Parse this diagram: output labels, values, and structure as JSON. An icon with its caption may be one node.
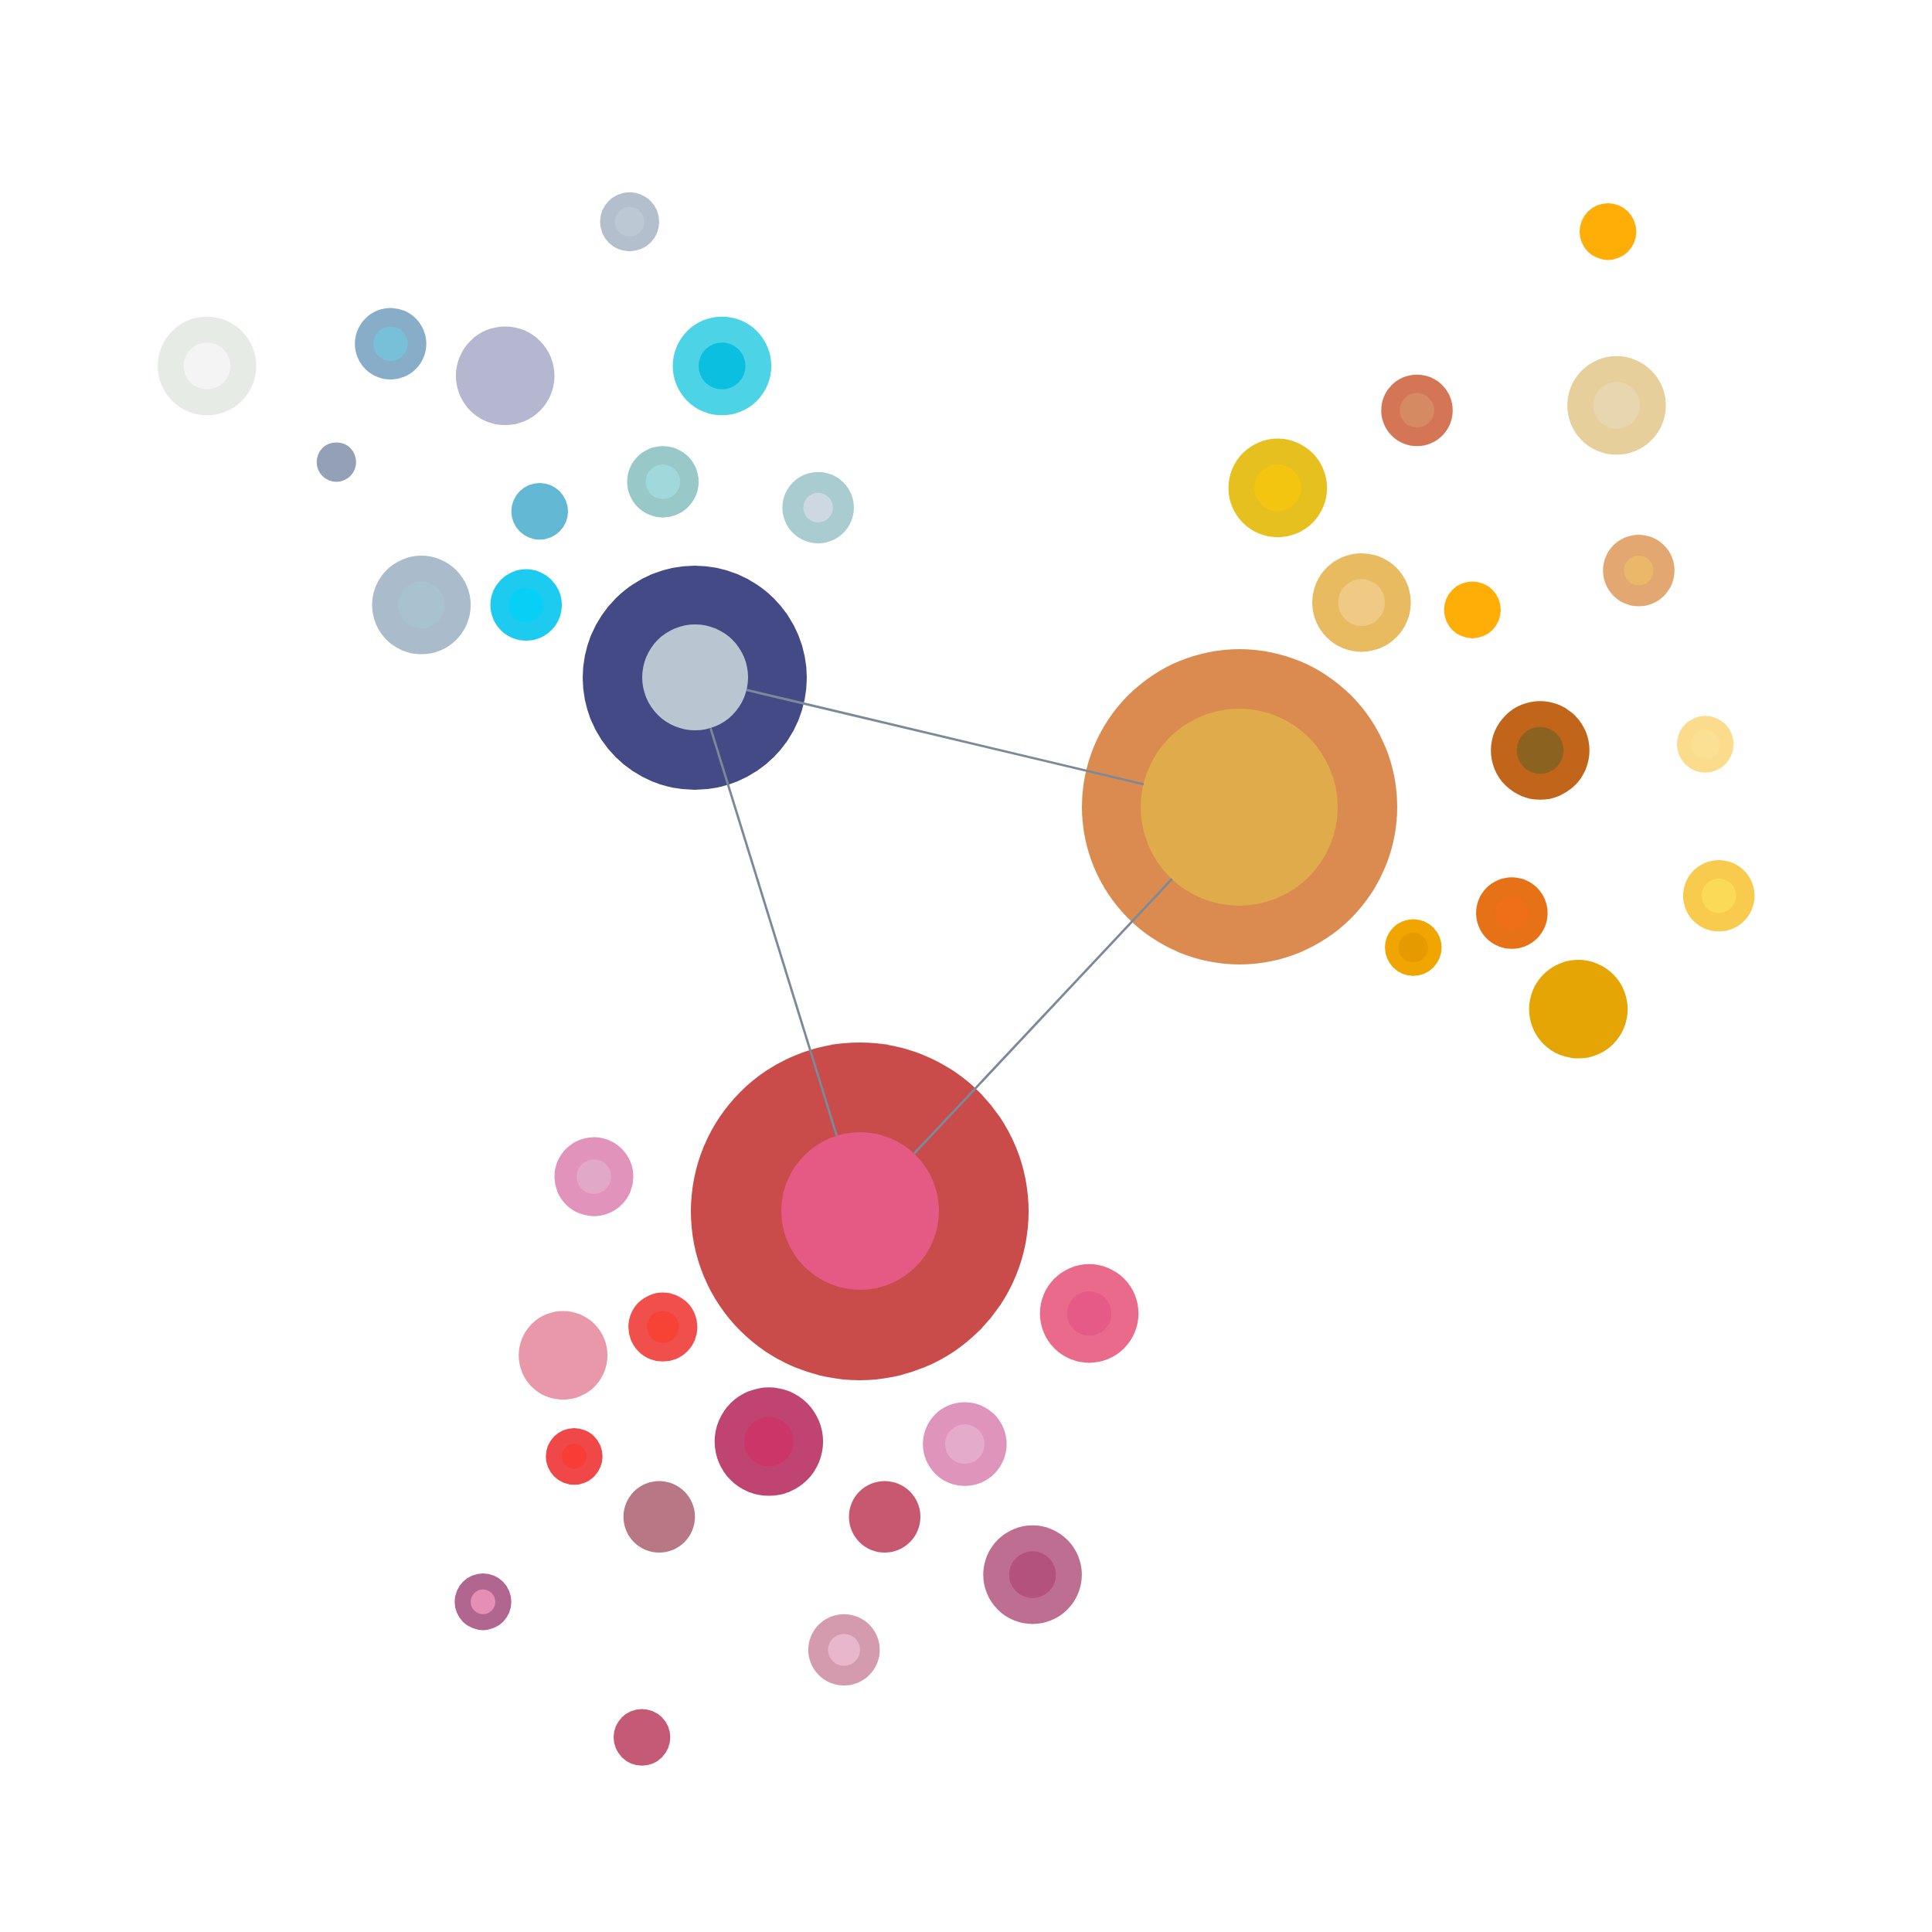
{
  "diagram": {
    "nodes": [
      {
        "text": [],
        "shape": "circle"
      },
      {
        "text": [],
        "shape": "circle",
        "in": 0
      },
      {
        "text": [],
        "shape": "circle"
      },
      {
        "text": [],
        "shape": "circle",
        "in": 2
      },
      {
        "text": [],
        "shape": "circle"
      },
      {
        "text": [],
        "shape": "circle",
        "in": 4
      }
    ],
    "edges": [
      {
        "from": 1,
        "to": 3,
        "arrow": "none"
      },
      {
        "from": 1,
        "to": 5,
        "arrow": "none"
      },
      {
        "from": 3,
        "to": 5,
        "arrow": "none"
      }
    ]
  }
}
